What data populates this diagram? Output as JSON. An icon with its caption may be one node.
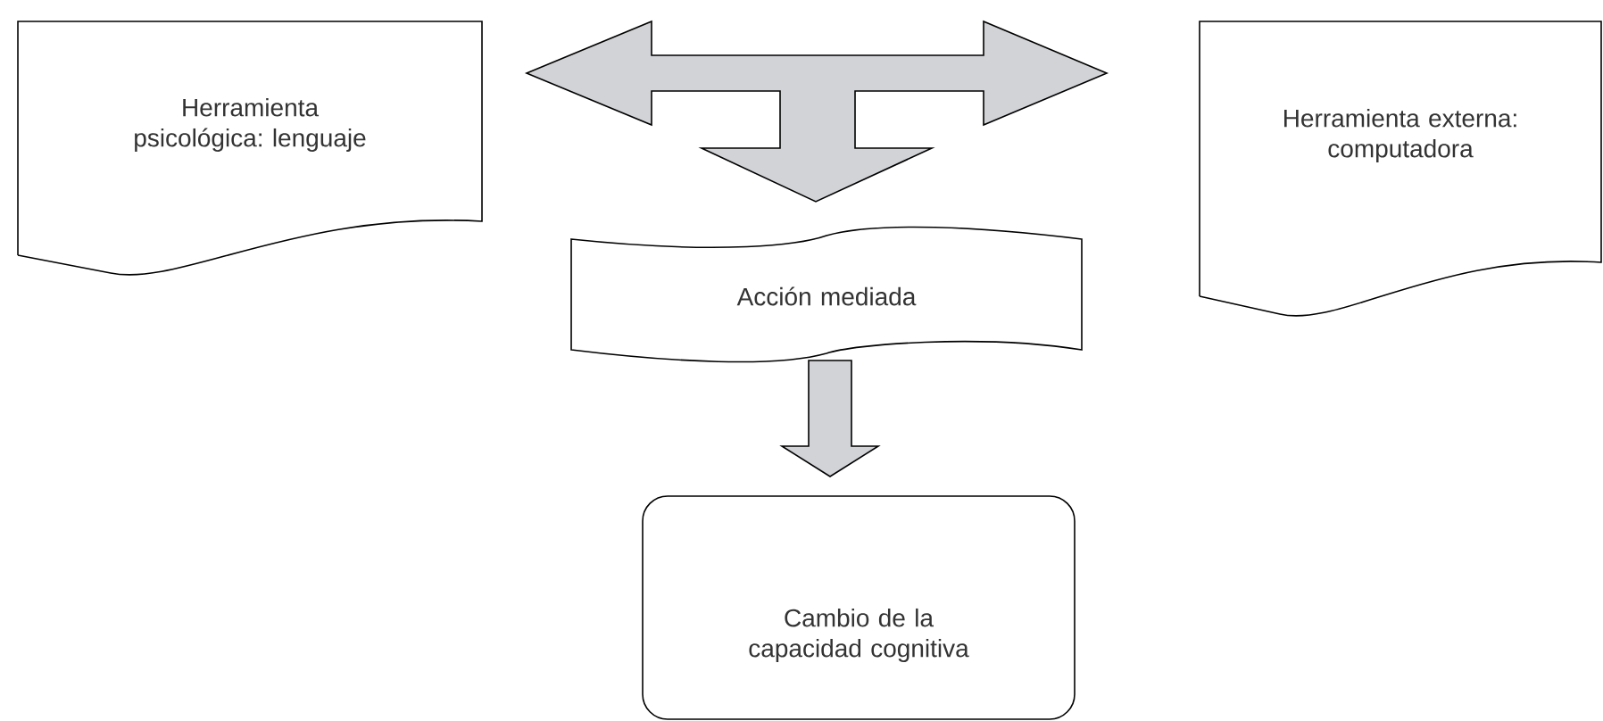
{
  "diagram": {
    "nodes": [
      {
        "text": [
          "Herramienta psicológica: lenguaje"
        ]
      },
      {
        "text": [
          "Herramienta externa: computadora"
        ]
      },
      {
        "text": [
          "Acción mediada"
        ]
      },
      {
        "text": [
          "Cambio de la capacidad cognitiva"
        ]
      }
    ],
    "edges": [
      {
        "from": 0,
        "to": 2,
        "arrow": "both"
      },
      {
        "from": 1,
        "to": 2,
        "arrow": "both"
      },
      {
        "from": 2,
        "to": 3,
        "arrow": "to"
      }
    ]
  }
}
